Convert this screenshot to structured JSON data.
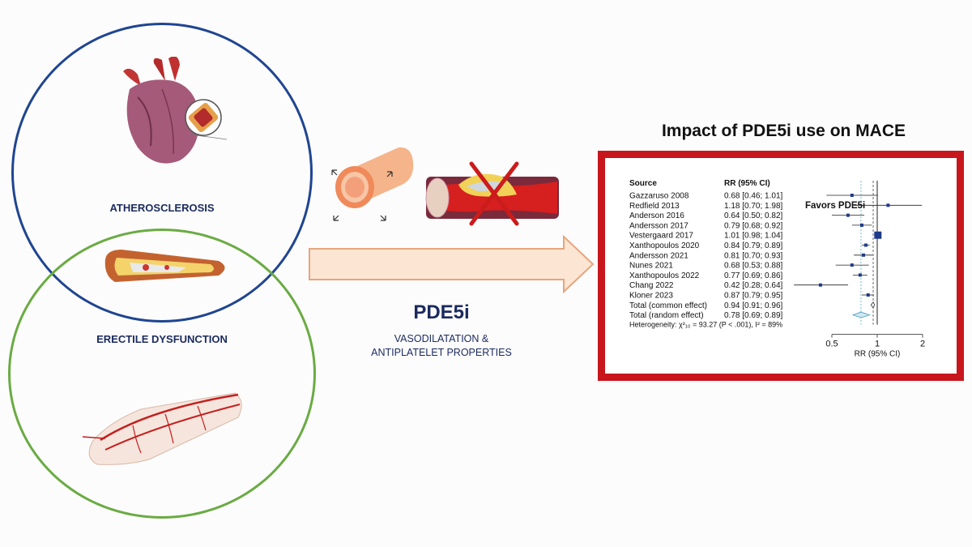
{
  "left": {
    "atherosclerosis_label": "ATHEROSCLEROSIS",
    "ed_label": "ERECTILE DYSFUNCTION",
    "colors": {
      "blue_circle": "#1f4591",
      "green_circle": "#6aab43"
    }
  },
  "middle": {
    "drug_label": "PDE5i",
    "properties_line1": "VASODILATATION &",
    "properties_line2": "ANTIPLATELET PROPERTIES"
  },
  "right": {
    "title": "Impact of PDE5i use on MACE",
    "favors_label": "Favors PDE5i",
    "heterogeneity": "Heterogeneity: χ²₁₀ = 93.27 (P < .001), I² = 89%",
    "colors": {
      "frame": "#c8161d",
      "marker": "#1f3a8a"
    }
  },
  "chart_data": {
    "type": "forest",
    "columns": [
      "Source",
      "RR (95% CI)"
    ],
    "xlabel": "RR (95% CI)",
    "xscale": "log",
    "xlim": [
      0.5,
      2
    ],
    "xticks": [
      0.5,
      1,
      2
    ],
    "xtick_labels": [
      "0.5",
      "1",
      "2"
    ],
    "studies": [
      {
        "source": "Gazzaruso 2008",
        "label": "0.68 [0.46; 1.01]",
        "rr": 0.68,
        "lo": 0.46,
        "hi": 1.01
      },
      {
        "source": "Redfield 2013",
        "label": "1.18 [0.70; 1.98]",
        "rr": 1.18,
        "lo": 0.7,
        "hi": 1.98
      },
      {
        "source": "Anderson 2016",
        "label": "0.64 [0.50; 0.82]",
        "rr": 0.64,
        "lo": 0.5,
        "hi": 0.82
      },
      {
        "source": "Andersson 2017",
        "label": "0.79 [0.68; 0.92]",
        "rr": 0.79,
        "lo": 0.68,
        "hi": 0.92
      },
      {
        "source": "Vestergaard 2017",
        "label": "1.01 [0.98; 1.04]",
        "rr": 1.01,
        "lo": 0.98,
        "hi": 1.04
      },
      {
        "source": "Xanthopoulos 2020",
        "label": "0.84 [0.79; 0.89]",
        "rr": 0.84,
        "lo": 0.79,
        "hi": 0.89
      },
      {
        "source": "Andersson 2021",
        "label": "0.81 [0.70; 0.93]",
        "rr": 0.81,
        "lo": 0.7,
        "hi": 0.93
      },
      {
        "source": "Nunes 2021",
        "label": "0.68 [0.53; 0.88]",
        "rr": 0.68,
        "lo": 0.53,
        "hi": 0.88
      },
      {
        "source": "Xanthopoulos 2022",
        "label": "0.77 [0.69; 0.86]",
        "rr": 0.77,
        "lo": 0.69,
        "hi": 0.86
      },
      {
        "source": "Chang 2022",
        "label": "0.42 [0.28; 0.64]",
        "rr": 0.42,
        "lo": 0.28,
        "hi": 0.64
      },
      {
        "source": "Kloner 2023",
        "label": "0.87 [0.79; 0.95]",
        "rr": 0.87,
        "lo": 0.79,
        "hi": 0.95
      }
    ],
    "pooled": [
      {
        "source": "Total (common effect)",
        "label": "0.94 [0.91; 0.96]",
        "rr": 0.94,
        "lo": 0.91,
        "hi": 0.96
      },
      {
        "source": "Total (random effect)",
        "label": "0.78 [0.69; 0.89]",
        "rr": 0.78,
        "lo": 0.69,
        "hi": 0.89
      }
    ]
  }
}
